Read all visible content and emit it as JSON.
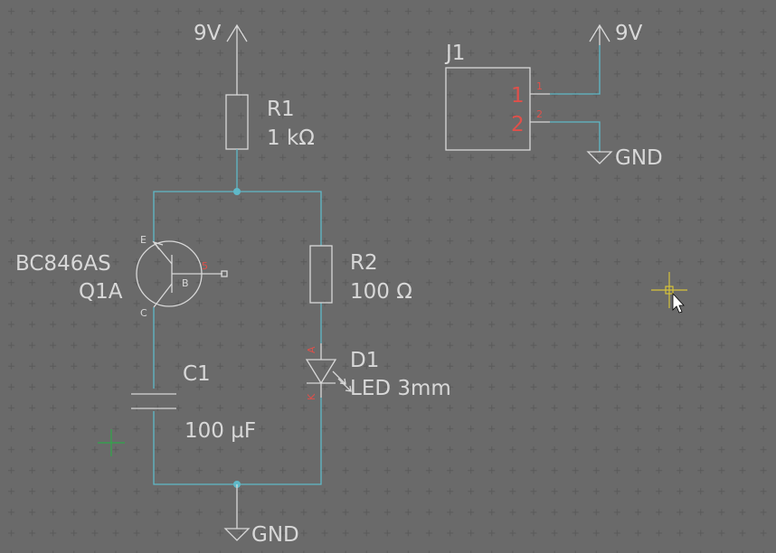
{
  "power": {
    "vcc_label_top": "9V",
    "vcc_label_j1": "9V",
    "gnd_label_j1": "GND",
    "gnd_label_bottom": "GND"
  },
  "r1": {
    "ref": "R1",
    "value": "1 kΩ"
  },
  "r2": {
    "ref": "R2",
    "value": "100 Ω"
  },
  "q1": {
    "part": "BC846AS",
    "ref": "Q1A",
    "pin_e": "E",
    "pin_b": "B",
    "pin_c": "C",
    "pin_b_num": "5"
  },
  "c1": {
    "ref": "C1",
    "value": "100 µF"
  },
  "d1": {
    "ref": "D1",
    "value": "LED 3mm",
    "pin_a": "A",
    "pin_k": "K"
  },
  "j1": {
    "ref": "J1",
    "pin1": "1",
    "pin2": "2",
    "pin1_num": "1",
    "pin2_num": "2"
  },
  "colors": {
    "background": "#1c1c1c",
    "wire": "#5fb9c8",
    "component": "#d8d8d8",
    "pin_number": "#e0504a",
    "cursor": "#d6c23a",
    "origin_marker": "#2fa84a"
  },
  "icons": [
    "mouse-pointer-icon",
    "crosshair-cursor-icon",
    "origin-marker-icon"
  ]
}
